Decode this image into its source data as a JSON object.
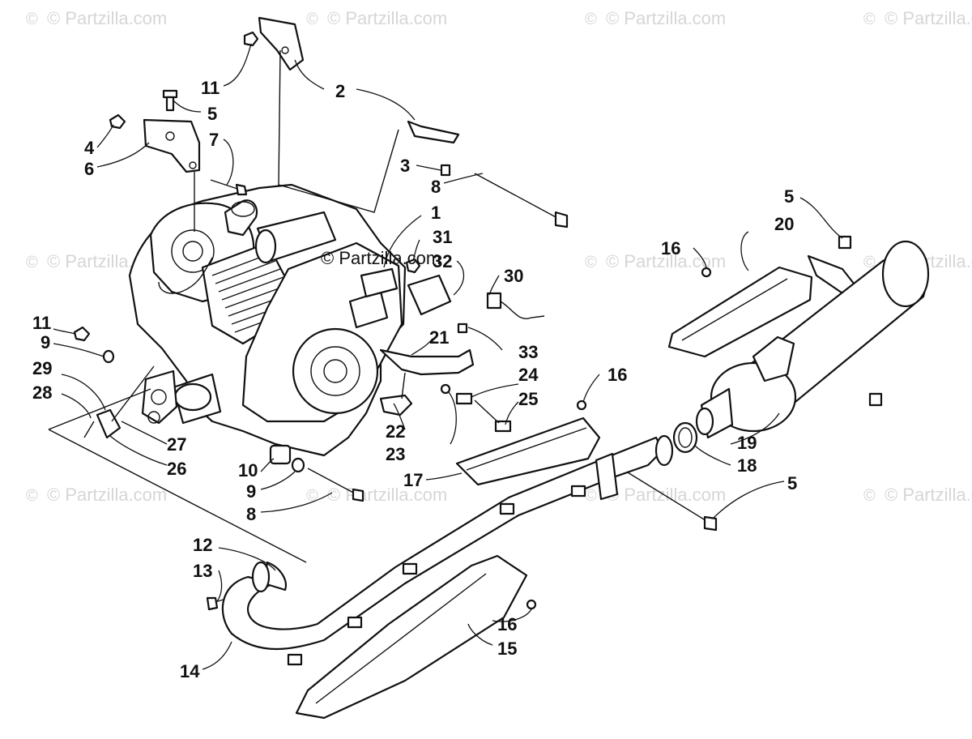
{
  "diagram": {
    "watermark": "© Partzilla.com",
    "center_watermark": "© Partzilla.com",
    "callouts": [
      "1",
      "2",
      "3",
      "4",
      "5",
      "6",
      "7",
      "8",
      "9",
      "10",
      "11",
      "12",
      "13",
      "14",
      "15",
      "16",
      "17",
      "18",
      "19",
      "20",
      "21",
      "22",
      "23",
      "24",
      "25",
      "26",
      "27",
      "28",
      "29",
      "30",
      "31",
      "32",
      "33"
    ]
  },
  "labels": {
    "l11a": "11",
    "l2": "2",
    "l5a": "5",
    "l4": "4",
    "l7": "7",
    "l6": "6",
    "l3": "3",
    "l8a": "8",
    "l1": "1",
    "l31": "31",
    "l32": "32",
    "l30": "30",
    "l5b": "5",
    "l20": "20",
    "l16a": "16",
    "l11b": "11",
    "l9a": "9",
    "l29": "29",
    "l28": "28",
    "l21": "21",
    "l33": "33",
    "l16b": "16",
    "l24": "24",
    "l25": "25",
    "l22": "22",
    "l23": "23",
    "l27": "27",
    "l26": "26",
    "l10": "10",
    "l9b": "9",
    "l8b": "8",
    "l17": "17",
    "l19": "19",
    "l18": "18",
    "l5c": "5",
    "l12": "12",
    "l13": "13",
    "l16c": "16",
    "l15": "15",
    "l14": "14"
  }
}
